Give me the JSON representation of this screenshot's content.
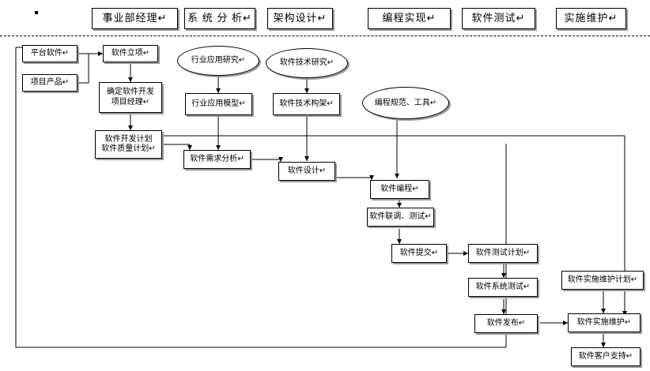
{
  "diagram": {
    "title_row": [
      {
        "label": "事业部经理↵"
      },
      {
        "label": "系 统 分 析↵"
      },
      {
        "label": "架构设计↵"
      },
      {
        "label": "编程实现↵"
      },
      {
        "label": "软件测试↵"
      },
      {
        "label": "实施维护↵"
      }
    ],
    "nodes": [
      {
        "label": "平台软件↵"
      },
      {
        "label": "项目产品↵"
      },
      {
        "label": "软件立项↵"
      },
      {
        "label": "确定软件开发\n项目经理↵"
      },
      {
        "label": "软件开发计划\n软件质量计划↵"
      },
      {
        "label": "行业应用模型↵"
      },
      {
        "label": "软件技术构架↵"
      },
      {
        "label": "软件需求分析↵"
      },
      {
        "label": "软件设计↵"
      },
      {
        "label": "软件编程↵"
      },
      {
        "label": "软件联调、测试↵"
      },
      {
        "label": "软件提交↵"
      },
      {
        "label": "软件测试计划↵"
      },
      {
        "label": "软件系统测试↵"
      },
      {
        "label": "软件发布↵"
      },
      {
        "label": "软件实施维护计划↵"
      },
      {
        "label": "软件实施维护↵"
      },
      {
        "label": "软件客户支持↵"
      }
    ],
    "ellipses": [
      {
        "label": "行业应用研究↵"
      },
      {
        "label": "软件技术研究↵"
      },
      {
        "label": "编程规范、工具↵"
      }
    ]
  }
}
